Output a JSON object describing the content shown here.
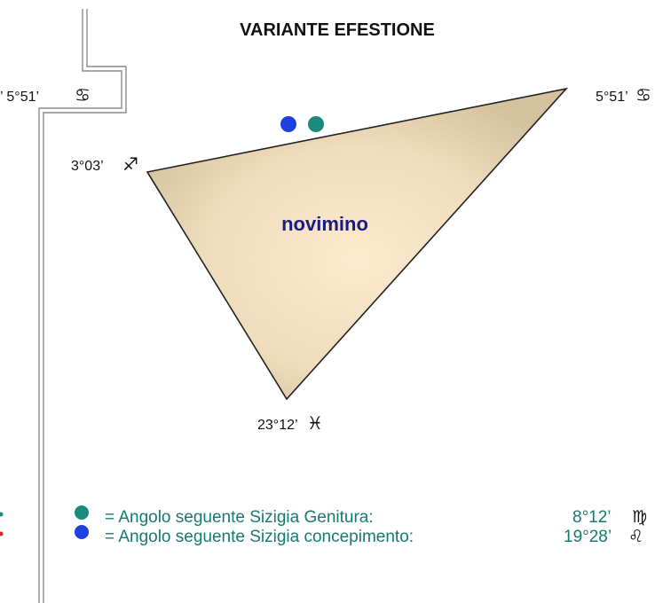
{
  "title": "VARIANTE EFESTIONE",
  "center_label": "novimino",
  "vertices": {
    "left_edge": {
      "degree": "’ 5°51’",
      "sign_glyph": "♋",
      "sign": "cancer"
    },
    "top_left": {
      "degree": "3°03’",
      "sign_glyph": "♐",
      "sign": "sagittarius"
    },
    "top_right": {
      "degree": "5°51’",
      "sign_glyph": "♋",
      "sign": "cancer"
    },
    "bottom": {
      "degree": "23°12’",
      "sign_glyph": "♓",
      "sign": "pisces"
    }
  },
  "legend": [
    {
      "marker_color": "#1a8a7a",
      "text": "= Angolo seguente Sizigia Genitura:",
      "value": "8°12’",
      "sign_glyph": "♍",
      "sign": "virgo"
    },
    {
      "marker_color": "#1f3fe0",
      "text": "= Angolo seguente Sizigia concepimento:",
      "value": "19°28’",
      "sign_glyph": "♌",
      "sign": "leo"
    }
  ],
  "colors": {
    "triangle_fill_center": "#fdebd0",
    "triangle_fill_edge": "#d6c9a6",
    "text_teal": "#167a70",
    "text_blue": "#1a1b7a",
    "label_navy": "#1a1a80",
    "dot_teal": "#1a8a7a",
    "dot_blue": "#1f3fe0"
  }
}
